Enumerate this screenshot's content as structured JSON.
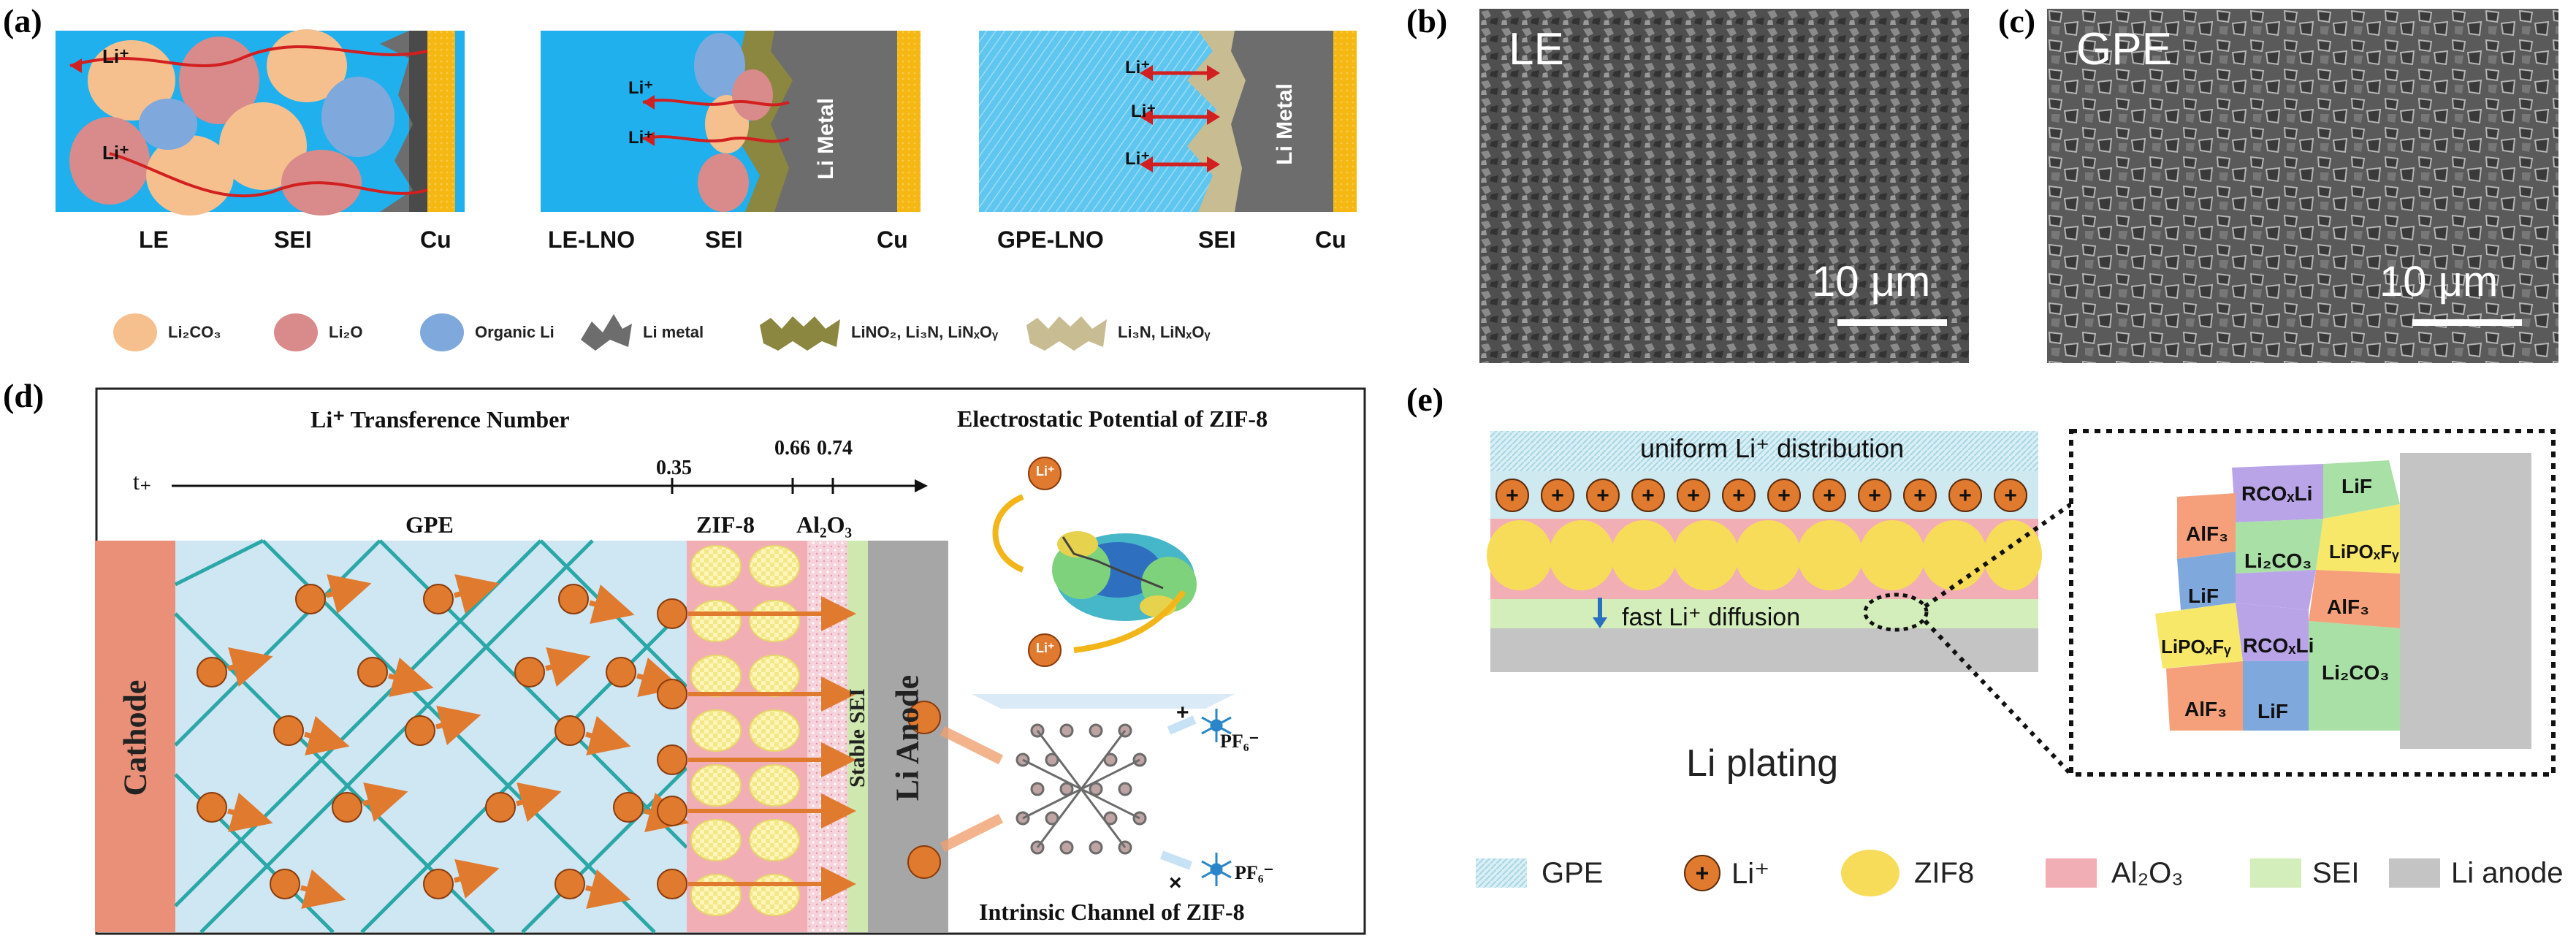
{
  "panel_a": {
    "label": "(a)",
    "diagrams": [
      {
        "bottom_labels": [
          "LE",
          "SEI",
          "Cu"
        ],
        "ions": [
          "Li⁺",
          "Li⁺"
        ]
      },
      {
        "bottom_labels": [
          "LE-LNO",
          "SEI",
          "Cu"
        ],
        "ions": [
          "Li⁺",
          "Li⁺"
        ],
        "metal_label": "Li Metal"
      },
      {
        "bottom_labels": [
          "GPE-LNO",
          "SEI",
          "Cu"
        ],
        "ions": [
          "Li⁺",
          "Li⁺",
          "Li⁺"
        ],
        "metal_label": "Li Metal"
      }
    ],
    "legend": [
      {
        "text": "Li₂CO₃",
        "color": "#f6c08e"
      },
      {
        "text": "Li₂O",
        "color": "#d98a8a"
      },
      {
        "text": "Organic Li",
        "color": "#7fa9dc"
      },
      {
        "text": "Li metal",
        "color": "#6d6d6d"
      },
      {
        "text": "LiNO₂, Li₃N, LiNₓOᵧ",
        "color": "#8b8640"
      },
      {
        "text": "Li₃N, LiNₓOᵧ",
        "color": "#c8bc93"
      }
    ]
  },
  "panel_b": {
    "label": "(b)",
    "title": "LE",
    "scale": "10 μm"
  },
  "panel_c": {
    "label": "(c)",
    "title": "GPE",
    "scale": "10 μm"
  },
  "panel_d": {
    "label": "(d)",
    "header": "Li⁺ Transference Number",
    "axis_symbol": "t₊",
    "ticks": [
      "0.35",
      "0.66",
      "0.74"
    ],
    "region_gpe": "GPE",
    "region_zif": "ZIF-8",
    "region_al": "Al₂O₃",
    "cathode": "Cathode",
    "stable_sei": "Stable SEI",
    "anode": "Li Anode",
    "esp_title": "Electrostatic Potential of ZIF-8",
    "channel_title": "Intrinsic Channel of ZIF-8",
    "ion": "Li⁺",
    "anion": "PF₆⁻"
  },
  "panel_e": {
    "label": "(e)",
    "top_text": "uniform Li⁺ distribution",
    "diffusion_text": "fast Li⁺ diffusion",
    "caption": "Li plating",
    "sei_components": [
      "RCOₓLi",
      "LiF",
      "AlF₃",
      "LiPOₓFᵧ",
      "Li₂CO₃",
      "LiF",
      "AlF₃",
      "LiPOₓFᵧ",
      "RCOₓLi",
      "Li₂CO₃",
      "AlF₃",
      "LiF"
    ],
    "legend": [
      {
        "text": "GPE",
        "color": "#cfe9f0"
      },
      {
        "text": "Li⁺",
        "color": "#e8823a"
      },
      {
        "text": "ZIF8",
        "color": "#f7dc5a"
      },
      {
        "text": "Al₂O₃",
        "color": "#f2aeb5"
      },
      {
        "text": "SEI",
        "color": "#d3edbb"
      },
      {
        "text": "Li anode",
        "color": "#c4c4c4"
      }
    ]
  }
}
